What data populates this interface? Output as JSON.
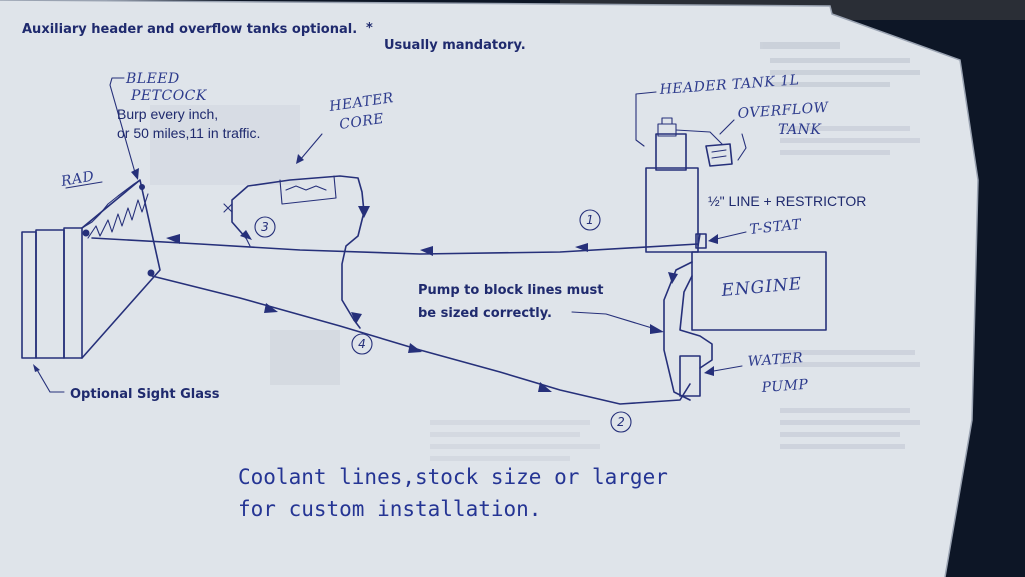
{
  "title": "Auxiliary header and overflow tanks optional.",
  "title_star": "*",
  "title_suffix": "Usually mandatory.",
  "labels": {
    "bleed": "BLEED",
    "petcock": "PETCOCK",
    "burp_1": "Burp every inch,",
    "burp_2": "or 50 miles,11 in traffic.",
    "heater_1": "HEATER",
    "heater_2": "CORE",
    "header_tank": "HEADER TANK 1L",
    "overflow_1": "OVERFLOW",
    "overflow_2": "TANK",
    "line_restrictor": "½\" LINE + RESTRICTOR",
    "tstat": "T-STAT",
    "engine": "ENGINE",
    "water_1": "WATER",
    "water_2": "PUMP",
    "rad": "RAD",
    "pump_1": "Pump to block lines must",
    "pump_2": "be sized correctly.",
    "sight_glass": "Optional Sight Glass",
    "coolant_1": "Coolant lines,stock size or larger",
    "coolant_2": "for custom installation."
  },
  "markers": {
    "m1": "1",
    "m2": "2",
    "m3": "3",
    "m4": "4"
  },
  "colors": {
    "ink": "#26307a",
    "paper": "#dfe4ea",
    "background": "#0d1626"
  }
}
